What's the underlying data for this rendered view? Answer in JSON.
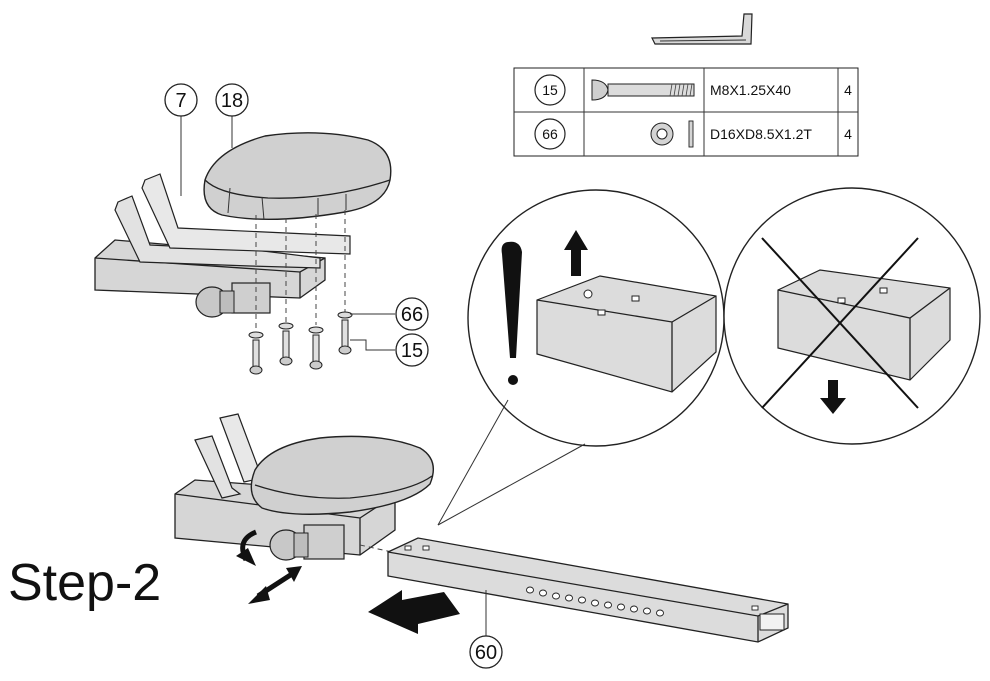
{
  "step": {
    "label": "Step-2"
  },
  "callouts": {
    "part7": "7",
    "part18": "18",
    "part66": "66",
    "part15": "15",
    "part60": "60"
  },
  "parts_table": {
    "rows": [
      {
        "id": "15",
        "spec": "M8X1.25X40",
        "qty": "4",
        "icon": "bolt-icon"
      },
      {
        "id": "66",
        "spec": "D16XD8.5X1.2T",
        "qty": "4",
        "icon": "washer-icon"
      }
    ]
  },
  "tool": {
    "icon": "allen-key-icon"
  },
  "detail_views": {
    "correct": {
      "icons": [
        "exclamation-icon",
        "arrow-up-icon"
      ]
    },
    "incorrect": {
      "icons": [
        "x-cross-icon",
        "arrow-down-icon"
      ]
    }
  }
}
